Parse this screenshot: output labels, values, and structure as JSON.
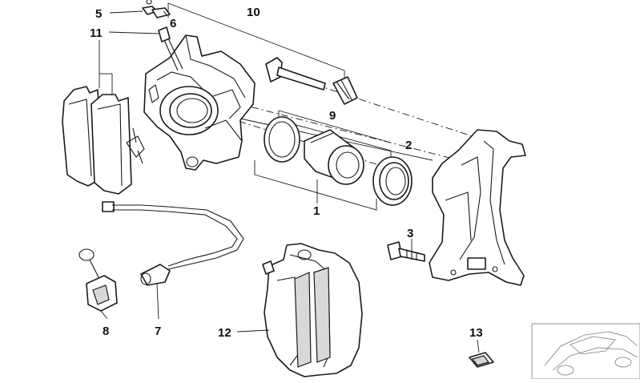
{
  "callouts": {
    "c1": "1",
    "c2": "2",
    "c3": "3",
    "c5": "5",
    "c6": "6",
    "c7": "7",
    "c8": "8",
    "c9": "9",
    "c10": "10",
    "c11": "11",
    "c12": "12",
    "c13": "13"
  },
  "icons": {
    "caliper_housing": "caliper-housing-icon",
    "carrier": "caliper-carrier-icon",
    "piston": "piston-icon",
    "brake_pads": "brake-pads-icon",
    "wear_sensor": "wear-sensor-icon",
    "car_thumbnail": "car-thumbnail-icon"
  }
}
